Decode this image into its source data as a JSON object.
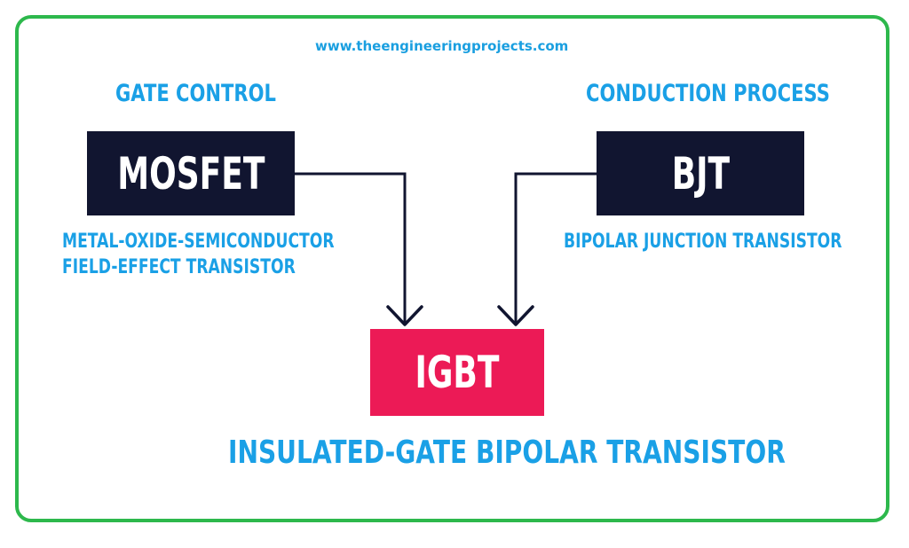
{
  "website": "www.theengineeringprojects.com",
  "left": {
    "heading": "GATE CONTROL",
    "box_label": "MOSFET",
    "description_line1": "METAL-OXIDE-SEMICONDUCTOR",
    "description_line2": "FIELD-EFFECT TRANSISTOR"
  },
  "right": {
    "heading": "CONDUCTION PROCESS",
    "box_label": "BJT",
    "description": "BIPOLAR JUNCTION TRANSISTOR"
  },
  "center": {
    "box_label": "IGBT",
    "description": "INSULATED-GATE BIPOLAR TRANSISTOR"
  },
  "colors": {
    "frame": "#2db84c",
    "text_blue": "#1aa0e6",
    "dark_box": "#111530",
    "red_box": "#ec1a56"
  }
}
